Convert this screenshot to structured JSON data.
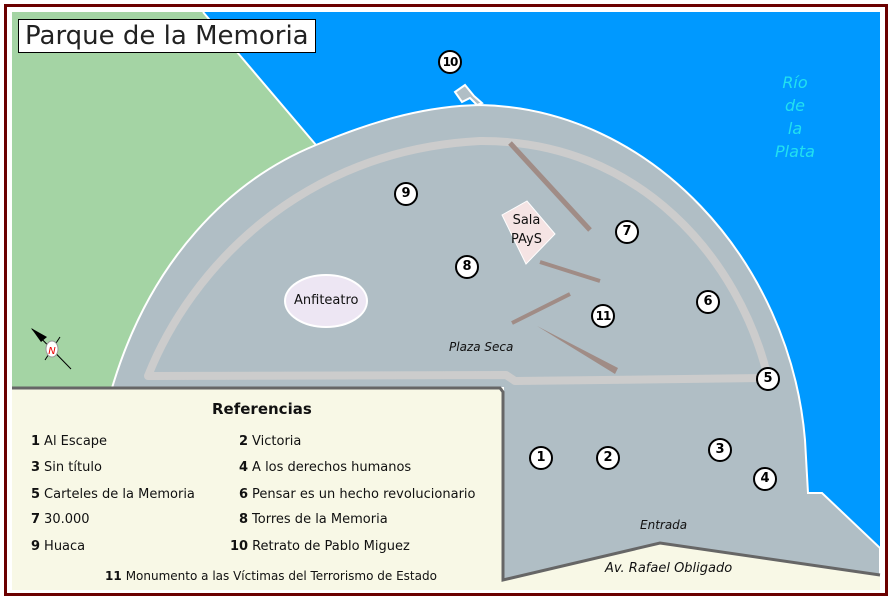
{
  "title": "Parque de la Memoria",
  "labels": {
    "river": [
      "Río",
      "de",
      "la",
      "Plata"
    ],
    "amphitheater": "Anfiteatro",
    "hall": [
      "Sala",
      "PAyS"
    ],
    "plaza": "Plaza Seca",
    "entrance": "Entrada",
    "avenue": "Av. Rafael Obligado",
    "compass": "N"
  },
  "legend": {
    "title": "Referencias",
    "items": [
      {
        "num": "1",
        "name": "Al Escape"
      },
      {
        "num": "2",
        "name": "Victoria"
      },
      {
        "num": "3",
        "name": "Sin título"
      },
      {
        "num": "4",
        "name": "A los derechos humanos"
      },
      {
        "num": "5",
        "name": "Carteles de la Memoria"
      },
      {
        "num": "6",
        "name": "Pensar es un hecho revolucionario"
      },
      {
        "num": "7",
        "name": "30.000"
      },
      {
        "num": "8",
        "name": "Torres de la Memoria"
      },
      {
        "num": "9",
        "name": "Huaca"
      },
      {
        "num": "10",
        "name": "Retrato de Pablo Miguez"
      },
      {
        "num": "11",
        "name": "Monumento a las Víctimas del Terrorismo de Estado"
      }
    ]
  },
  "colors": {
    "water": "#0099ff",
    "green": "#a4d4a4",
    "park": "#b0bec5",
    "path": "#cccccc",
    "legend_bg": "#f8f8e6",
    "frame": "#6b0000",
    "sculpture": "#a08c86"
  }
}
